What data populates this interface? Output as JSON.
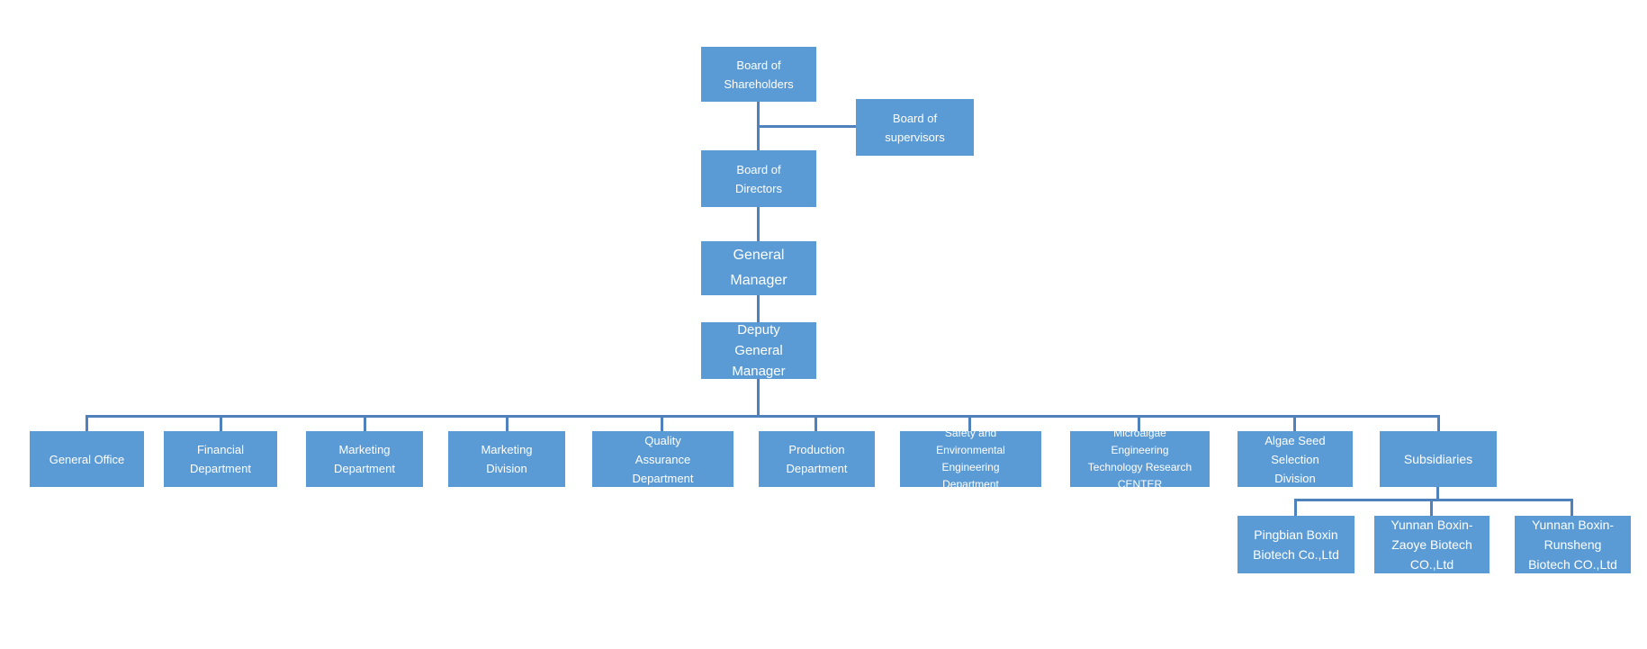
{
  "org_chart": {
    "type": "organizational-chart",
    "colors": {
      "node_fill": "#5B9BD5",
      "connector": "#4F81BD",
      "text": "#FFFFFF",
      "background": "#FFFFFF"
    },
    "nodes": {
      "shareholders": {
        "label": "Board of\nShareholders"
      },
      "supervisors": {
        "label": "Board of\nsupervisors"
      },
      "directors": {
        "label": "Board of\nDirectors"
      },
      "general_manager": {
        "label": "General\nManager"
      },
      "deputy_general_manager": {
        "label": "Deputy\nGeneral\nManager"
      },
      "general_office": {
        "label": "General Office"
      },
      "financial_department": {
        "label": "Financial\nDepartment"
      },
      "marketing_department": {
        "label": "Marketing\nDepartment"
      },
      "marketing_division": {
        "label": "Marketing\nDivision"
      },
      "quality_assurance": {
        "label": "Quality\nAssurance\nDepartment"
      },
      "production_department": {
        "label": "Production\nDepartment"
      },
      "safety_environmental": {
        "label": "Safety and\nEnvironmental\nEngineering\nDepartment"
      },
      "microalgae_center": {
        "label": "Microalgae\nEngineering\nTechnology Research\nCENTER"
      },
      "algae_seed": {
        "label": "Algae Seed\nSelection\nDivision"
      },
      "subsidiaries": {
        "label": "Subsidiaries"
      },
      "pingbian": {
        "label": "Pingbian Boxin\nBiotech Co.,Ltd"
      },
      "zaoye": {
        "label": "Yunnan Boxin-\nZaoye Biotech\nCO.,Ltd"
      },
      "runsheng": {
        "label": "Yunnan Boxin-\nRunsheng\nBiotech CO.,Ltd"
      }
    },
    "hierarchy": {
      "shareholders": [
        "supervisors",
        "directors"
      ],
      "directors": [
        "general_manager"
      ],
      "general_manager": [
        "deputy_general_manager"
      ],
      "deputy_general_manager": [
        "general_office",
        "financial_department",
        "marketing_department",
        "marketing_division",
        "quality_assurance",
        "production_department",
        "safety_environmental",
        "microalgae_center",
        "algae_seed",
        "subsidiaries"
      ],
      "subsidiaries": [
        "pingbian",
        "zaoye",
        "runsheng"
      ]
    }
  }
}
